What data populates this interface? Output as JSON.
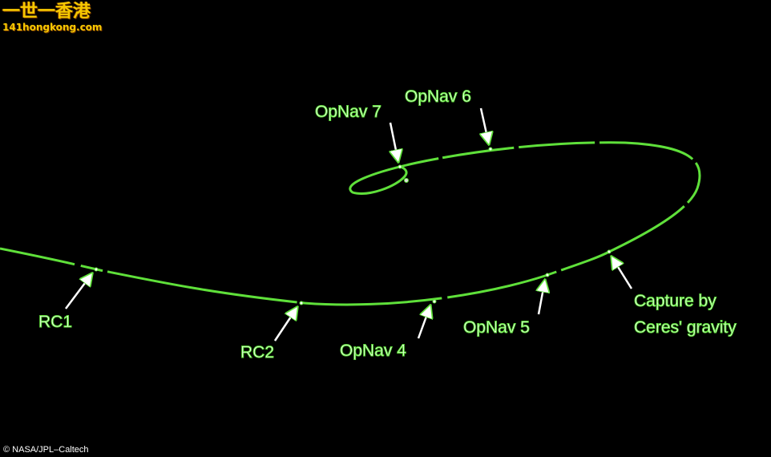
{
  "watermark": {
    "site_name": "一世一香港",
    "site_url": "141hongkong.com",
    "color": "#f5c800"
  },
  "credit": "© NASA/JPL–Caltech",
  "trajectory_color": "#5fe03a",
  "labels": {
    "rc1": "RC1",
    "rc2": "RC2",
    "opnav4": "OpNav 4",
    "opnav5": "OpNav 5",
    "opnav6": "OpNav 6",
    "opnav7": "OpNav 7",
    "capture_line1": "Capture by",
    "capture_line2": "Ceres' gravity"
  }
}
